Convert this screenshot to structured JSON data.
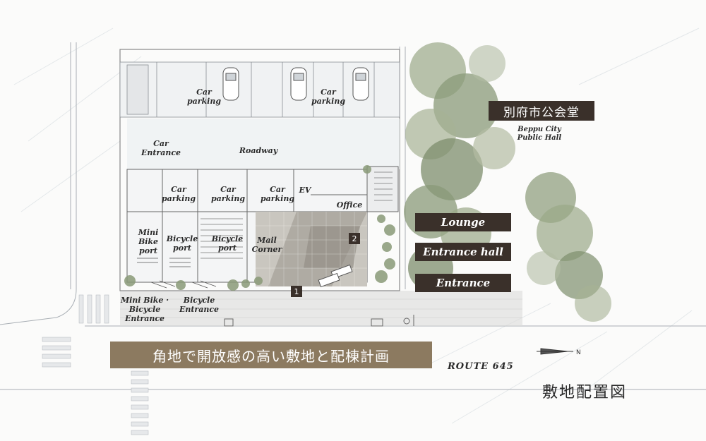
{
  "public_hall": {
    "name_jp": "別府市公会堂",
    "name_en": "Beppu City\nPublic Hall"
  },
  "areas": {
    "car_parking_top_1": "Car parking",
    "car_parking_top_2": "Car parking",
    "car_entrance": "Car Entrance",
    "roadway": "Roadway",
    "car_parking_1": "Car\nparking",
    "car_parking_2": "Car\nparking",
    "car_parking_3": "Car\nparking",
    "ev": "EV",
    "office": "Office",
    "mini_bike_port": "Mini\nBike\nport",
    "bicycle_port_1": "Bicycle\nport",
    "bicycle_port_2": "Bicycle\nport",
    "mail_corner": "Mail\nCorner",
    "mini_bike_bicycle_entrance": "Mini Bike · Bicycle\nEntrance",
    "bicycle_entrance": "Bicycle\nEntrance"
  },
  "plates": {
    "lounge": "Lounge",
    "entrance_hall": "Entrance hall",
    "entrance": "Entrance"
  },
  "markers": {
    "one": "1",
    "two": "2"
  },
  "route": "ROUTE 645",
  "banner": "角地で開放感の高い敷地と配棟計画",
  "map_title": "敷地配置図",
  "colors": {
    "plate": "#3a302a",
    "banner": "#8c7a60",
    "foliage": "#8a9a78"
  }
}
